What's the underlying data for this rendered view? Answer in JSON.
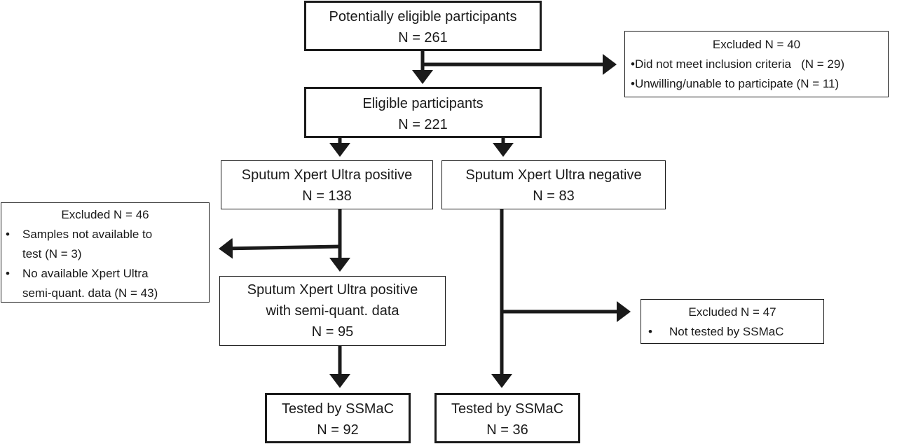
{
  "nodes": {
    "potentially_eligible": {
      "title": "Potentially eligible participants",
      "count": "N = 261"
    },
    "excluded_40": {
      "title": "Excluded N = 40",
      "items": [
        "•Did not meet inclusion criteria   (N = 29)",
        "•Unwilling/unable to participate (N = 11)"
      ]
    },
    "eligible": {
      "title": "Eligible participants",
      "count": "N = 221"
    },
    "ultra_positive": {
      "title": "Sputum Xpert Ultra positive",
      "count": "N = 138"
    },
    "ultra_negative": {
      "title": "Sputum Xpert Ultra negative",
      "count": "N = 83"
    },
    "excluded_46": {
      "title": "Excluded N = 46",
      "bullet": "•",
      "items": [
        [
          "Samples not available to",
          "test (N = 3)"
        ],
        [
          "No available Xpert Ultra",
          "semi-quant. data (N = 43)"
        ]
      ]
    },
    "positive_semiquant": {
      "title_line1": "Sputum Xpert Ultra positive",
      "title_line2": "with semi-quant. data",
      "count": "N = 95"
    },
    "excluded_47": {
      "title": "Excluded N = 47",
      "bullet": "•",
      "item": "Not tested by SSMaC"
    },
    "tested_left": {
      "title": "Tested by SSMaC",
      "count": "N = 92"
    },
    "tested_right": {
      "title": "Tested by SSMaC",
      "count": "N = 36"
    }
  },
  "colors": {
    "stroke": "#1a1a1a",
    "background": "#ffffff"
  }
}
